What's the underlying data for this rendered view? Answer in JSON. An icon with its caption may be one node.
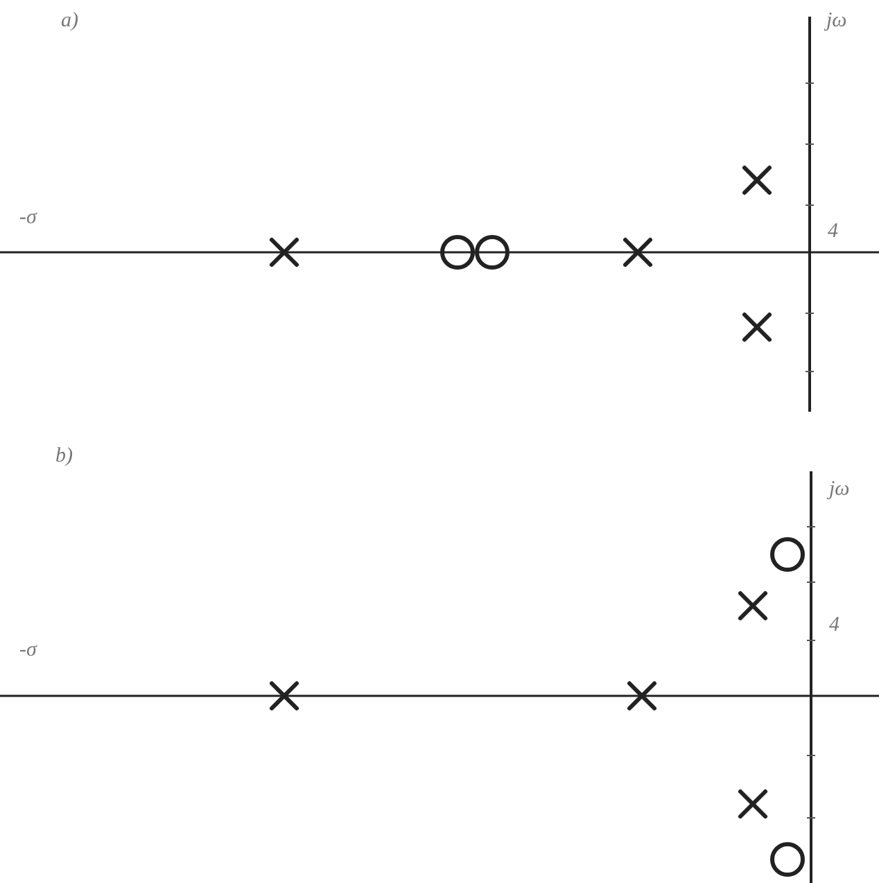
{
  "diagram": {
    "labels": [
      "a)",
      "jω",
      "4",
      "-σ",
      "b)",
      "jω",
      "4",
      "-σ"
    ]
  }
}
